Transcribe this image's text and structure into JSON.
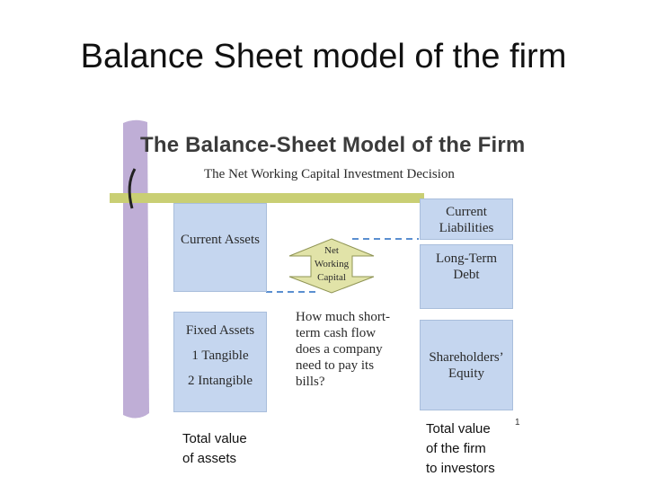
{
  "slide": {
    "title": "Balance Sheet model of the firm"
  },
  "diagram": {
    "title": "The Balance-Sheet Model of the Firm",
    "subtitle": "The Net Working Capital Investment Decision",
    "left": {
      "current_assets": "Current Assets",
      "fixed_assets": "Fixed Assets",
      "tangible": "1 Tangible",
      "intangible": "2 Intangible"
    },
    "right": {
      "current_liabilities": [
        "Current",
        "Liabilities"
      ],
      "long_term_debt": [
        "Long-Term",
        "Debt"
      ],
      "equity": [
        "Shareholders’",
        "Equity"
      ]
    },
    "arrow_label": [
      "Net",
      "Working",
      "Capital"
    ],
    "question": [
      "How much short-",
      "term cash flow",
      "does a company",
      "need to pay its",
      "bills?"
    ],
    "page_number": "1"
  },
  "captions": {
    "assets": [
      "Total value",
      "of assets"
    ],
    "firm": [
      "Total value",
      "of the firm",
      "to investors"
    ]
  },
  "colors": {
    "box_fill": "#c5d6ef",
    "arrow_fill": "#e1e3a8",
    "bar_lavender": "#bfaed6",
    "bar_olive": "#c9cf74",
    "dashed_line": "#5b8fd0"
  }
}
